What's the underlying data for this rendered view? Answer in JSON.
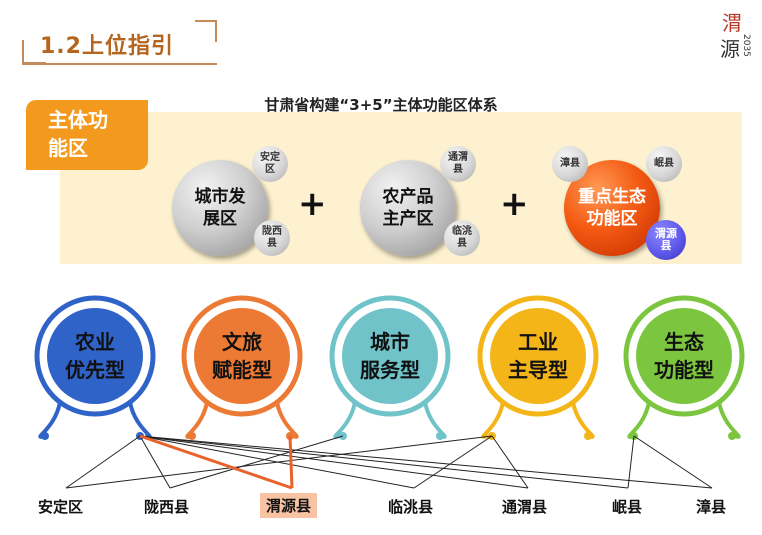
{
  "header": {
    "title": "1.2上位指引",
    "logo_text": "渭源2035"
  },
  "system": {
    "title": "甘肃省构建“3+5”主体功能区体系",
    "tag_label": "主体功能区",
    "plus_sign": "+",
    "zones": [
      {
        "label": "城市发展区",
        "counties": [
          "安定区",
          "陇西县"
        ]
      },
      {
        "label": "农产品主产区",
        "counties": [
          "通渭县",
          "临洮县"
        ]
      },
      {
        "label": "重点生态功能区",
        "counties": [
          "漳县",
          "岷县",
          "渭源县"
        ]
      }
    ]
  },
  "functions": [
    {
      "label_line1": "农业",
      "label_line2": "优先型",
      "color": "#2f63c8"
    },
    {
      "label_line1": "文旅",
      "label_line2": "赋能型",
      "color": "#ec7a34"
    },
    {
      "label_line1": "城市",
      "label_line2": "服务型",
      "color": "#6fc3c9"
    },
    {
      "label_line1": "工业",
      "label_line2": "主导型",
      "color": "#f4b519"
    },
    {
      "label_line1": "生态",
      "label_line2": "功能型",
      "color": "#7cc63f"
    }
  ],
  "counties": [
    "安定区",
    "陇西县",
    "渭源县",
    "临洮县",
    "通渭县",
    "岷县",
    "漳县"
  ],
  "highlight_county": "渭源县",
  "colors": {
    "accent_orange": "#f39a1e",
    "highlight_line": "#e8622a",
    "band": "#fdf1cf"
  }
}
